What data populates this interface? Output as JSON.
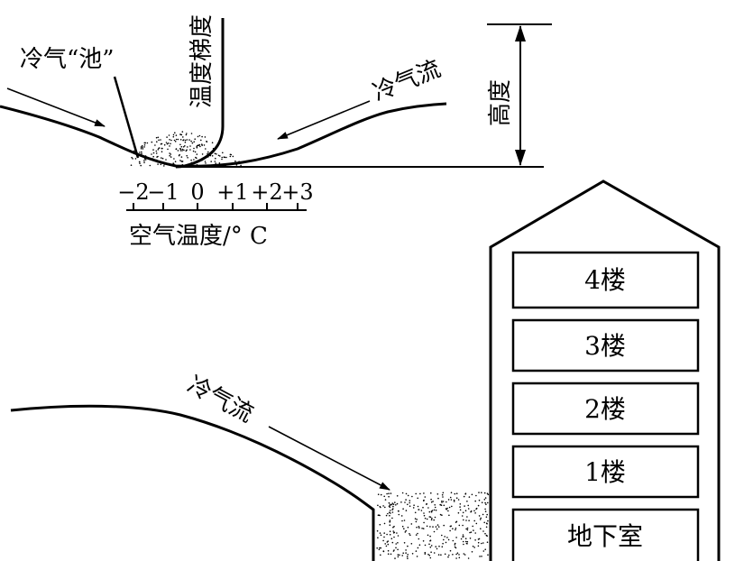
{
  "top_panel": {
    "cold_pool_label": "冷气“池”",
    "gradient_label": "温度梯度",
    "cold_flow_label": "冷气流",
    "height_label": "高度",
    "axis_label": "空气温度/° C",
    "axis_ticks": [
      "−2",
      "−1",
      "0",
      "+1",
      "+2",
      "+3"
    ]
  },
  "bottom_panel": {
    "cold_flow_label": "冷气流",
    "floors": [
      "4楼",
      "3楼",
      "2楼",
      "1楼",
      "地下室"
    ]
  },
  "colors": {
    "ink": "#000000",
    "background": "#ffffff"
  }
}
